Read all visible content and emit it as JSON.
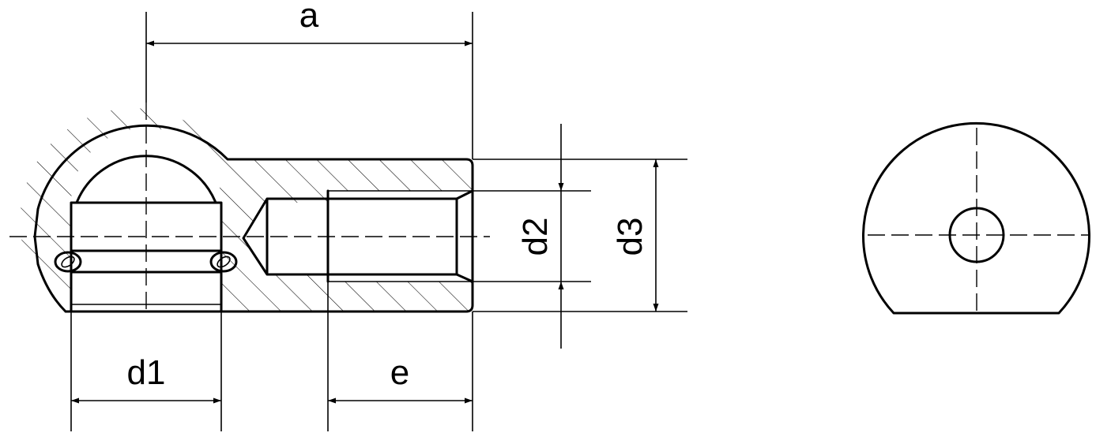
{
  "dimensions": {
    "a": "a",
    "d1": "d1",
    "d2": "d2",
    "d3": "d3",
    "e": "e"
  },
  "style": {
    "line_color": "#000000",
    "background": "#ffffff"
  }
}
